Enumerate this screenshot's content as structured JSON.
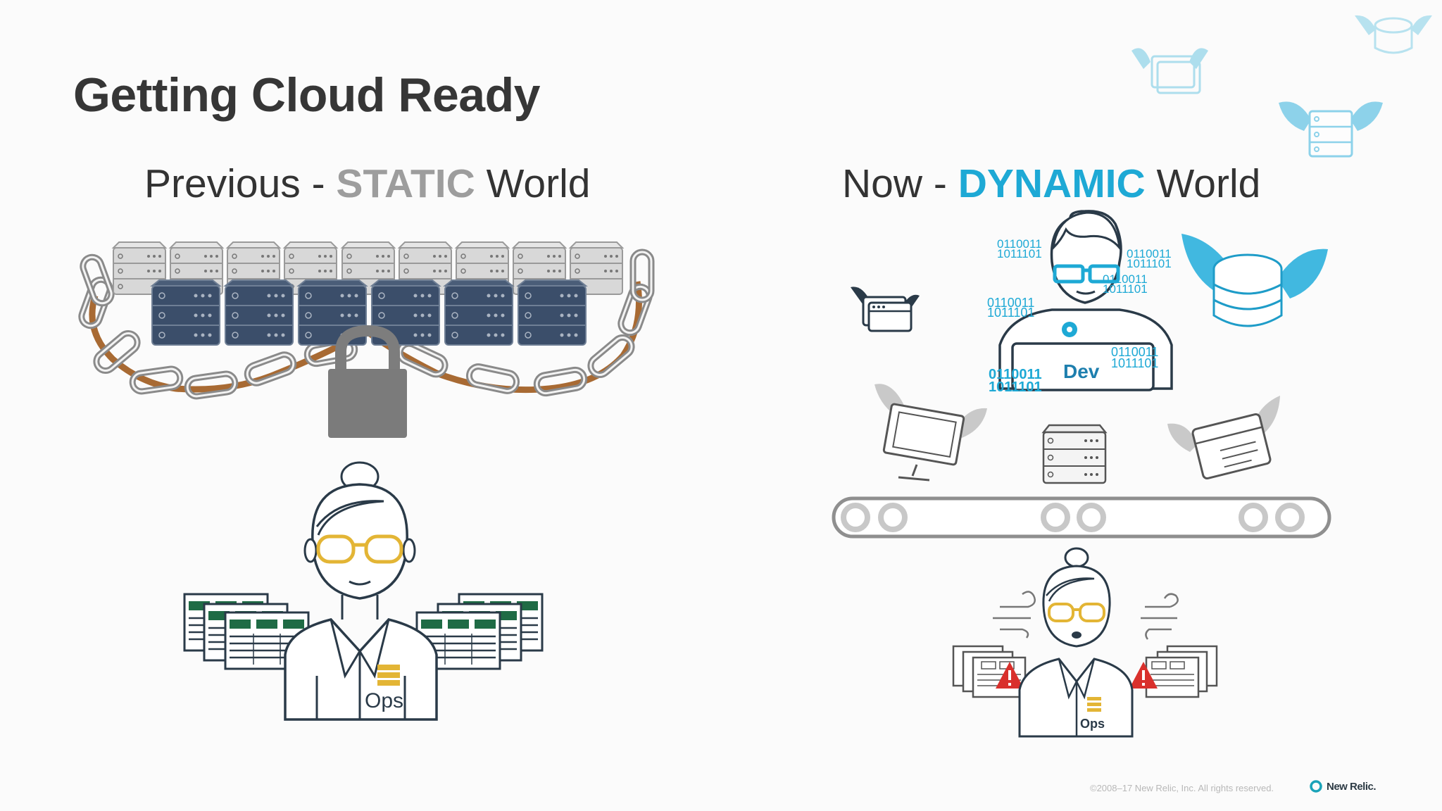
{
  "slide": {
    "title": "Getting Cloud Ready",
    "left_heading": {
      "prefix": "Previous - ",
      "emphasis": "STATIC",
      "suffix": " World"
    },
    "right_heading": {
      "prefix": "Now - ",
      "emphasis": "DYNAMIC",
      "suffix": " World"
    },
    "labels": {
      "ops_left": "Ops",
      "dev": "Dev",
      "ops_right": "Ops"
    },
    "binary": [
      "0110011",
      "1011101"
    ],
    "footer": {
      "copyright": "©2008–17 New Relic, Inc. All rights reserved.",
      "logo_text": "New Relic."
    }
  },
  "colors": {
    "title": "#363636",
    "static_accent": "#9d9d9d",
    "dynamic_accent": "#1ea9d5",
    "ops_glasses": "#e3b535",
    "alert_red": "#d9302c",
    "server_dark": "#3b4e6a"
  }
}
